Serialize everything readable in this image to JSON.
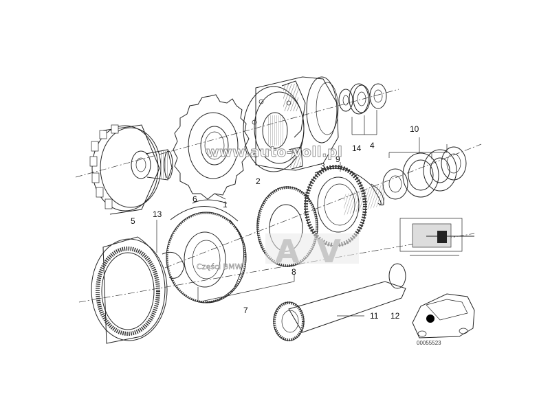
{
  "diagram": {
    "part_labels": [
      "1",
      "2",
      "3",
      "4",
      "5",
      "6",
      "7",
      "8",
      "9",
      "10",
      "11",
      "12",
      "13",
      "14"
    ],
    "drawing_code": "00055523"
  },
  "watermarks": {
    "url": "www.auto-voll.pl",
    "shop": "Części BMW",
    "logo_letters": "AV"
  }
}
